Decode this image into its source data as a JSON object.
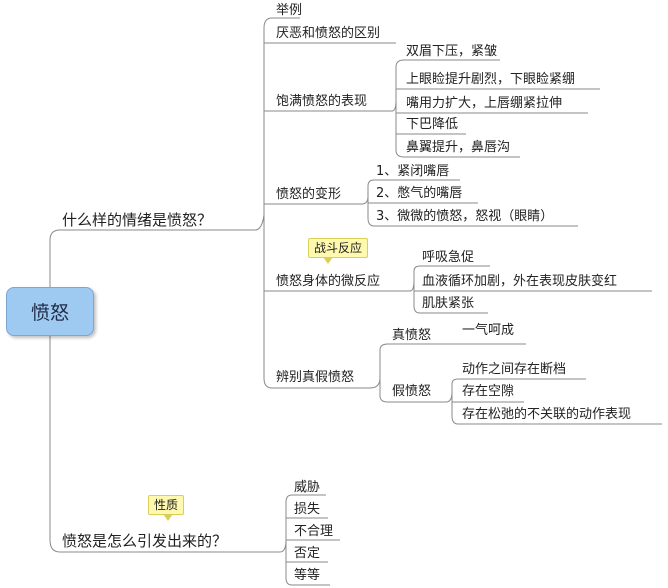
{
  "root": "愤怒",
  "branch1": {
    "label": "什么样的情绪是愤怒？",
    "children": {
      "example": "举例",
      "difference": "厌恶和愤怒的区别",
      "full": {
        "label": "饱满愤怒的表现",
        "items": [
          "双眉下压，紧皱",
          "上眼睑提升剧烈，下眼睑紧绷",
          "嘴用力扩大，上唇绷紧拉伸",
          "下巴降低",
          "鼻翼提升，鼻唇沟"
        ]
      },
      "variant": {
        "label": "愤怒的变形",
        "items": [
          "1、紧闭嘴唇",
          "2、憋气的嘴唇",
          "3、微微的愤怒，怒视（眼睛）"
        ]
      },
      "micro": {
        "label": "愤怒身体的微反应",
        "note": "战斗反应",
        "items": [
          "呼吸急促",
          "血液循环加剧，外在表现皮肤变红",
          "肌肤紧张"
        ]
      },
      "real_fake": {
        "label": "辨别真假愤怒",
        "real": {
          "label": "真愤怒",
          "items": [
            "一气呵成"
          ]
        },
        "fake": {
          "label": "假愤怒",
          "items": [
            "动作之间存在断档",
            "存在空隙",
            "存在松弛的不关联的动作表现"
          ]
        }
      }
    }
  },
  "branch2": {
    "label": "愤怒是怎么引发出来的？",
    "note": "性质",
    "items": [
      "威胁",
      "损失",
      "不合理",
      "否定",
      "等等"
    ]
  },
  "colors": {
    "root_fill": "#9ec9f1",
    "line": "#8a8a8a",
    "note_fill": "#fff9b0"
  }
}
